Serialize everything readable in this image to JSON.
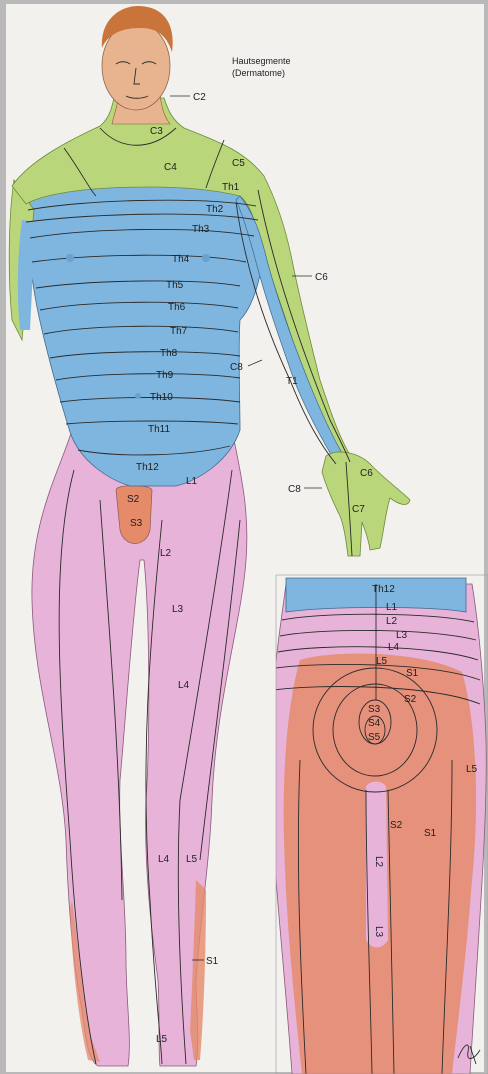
{
  "title_line1": "Hautsegmente",
  "title_line2": "(Dermatome)",
  "colors": {
    "cervical": "#b9d67a",
    "thoracic": "#7fb6e0",
    "lumbar": "#e7b3d9",
    "sacral": "#e58b6a",
    "skin": "#e8b48f",
    "hair": "#c8743a",
    "background": "#f2f1ee"
  },
  "front": {
    "c2": "C2",
    "c3": "C3",
    "c4": "C4",
    "c5": "C5",
    "c6": "C6",
    "c7": "C7",
    "c8": "C8",
    "c8_hand": "C8",
    "c6_hand": "C6",
    "th1": "Th1",
    "th2": "Th2",
    "th3": "Th3",
    "th4": "Th4",
    "th5": "Th5",
    "th6": "Th6",
    "th7": "Th7",
    "th8": "Th8",
    "th9": "Th9",
    "th10": "Th10",
    "th11": "Th11",
    "th12": "Th12",
    "t1": "T1",
    "l1": "L1",
    "l2": "L2",
    "l3": "L3",
    "l4": "L4",
    "l4_low": "L4",
    "l5": "L5",
    "l5_foot": "L5",
    "s1": "S1",
    "s2": "S2",
    "s3": "S3"
  },
  "back": {
    "th12": "Th12",
    "l1": "L1",
    "l2": "L2",
    "l3": "L3",
    "l4": "L4",
    "l5": "L5",
    "s1": "S1",
    "s2": "S2",
    "s3": "S3",
    "s4": "S4",
    "s5": "S5",
    "l5_side": "L5",
    "s2_leg": "S2",
    "s1_leg": "S1",
    "l2_inner": "L2",
    "l3_inner": "L3"
  }
}
